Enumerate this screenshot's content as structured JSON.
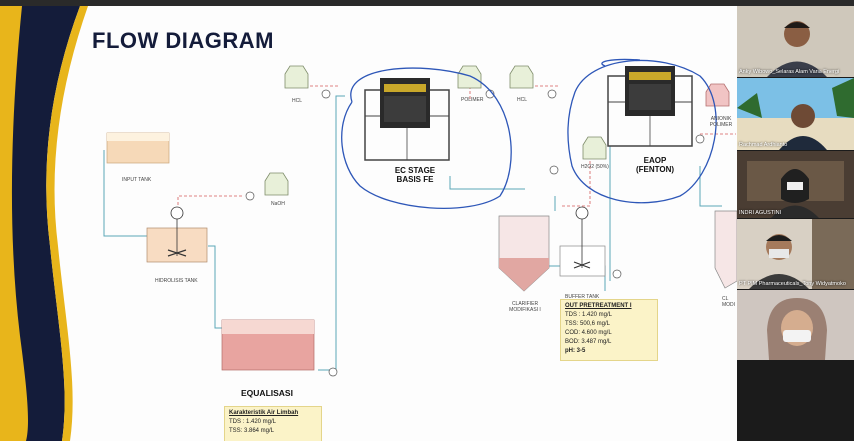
{
  "slide": {
    "title": "FLOW DIAGRAM",
    "labels": {
      "hcl_1": "HCL",
      "polimer": "POLIMER",
      "hcl_2": "HCL",
      "anionik_polimer": "ANIONIK POLIMER",
      "input_tank": "INPUT TANK",
      "naoh": "NaOH",
      "hidrolisis_tank": "HIDROLISIS TANK",
      "h2o2": "H2O2 (50%)",
      "clarifier": "CLARIFIER MODIFIKASI I",
      "buffer_tank": "BUFFER TANK",
      "clarifier_2": "CL MODI"
    },
    "ec_stage": [
      "EC STAGE",
      "BASIS FE"
    ],
    "eaop": [
      "EAOP",
      "(FENTON)"
    ],
    "equalisasi": "EQUALISASI",
    "karakteristik": {
      "heading": "Karakteristik Air Limbah",
      "tds": "TDS : 1.420 mg/L",
      "tss": "TSS: 3.864 mg/L"
    },
    "out_pretreatment": {
      "heading": "OUT PRETREATMENT I",
      "tds": "TDS : 1.420 mg/L",
      "tss": "TSS: 500,6 mg/L",
      "cod": "COD: 4.600 mg/L",
      "bod": "BOD: 3.487 mg/L",
      "ph": "pH: 3-5"
    }
  },
  "participants": [
    {
      "name": "Anky Wibowo_Selaras Alam Varia Energi"
    },
    {
      "name": "Rachmad Ardhianto"
    },
    {
      "name": "INDRI AGUSTINI"
    },
    {
      "name": "PT PIM Pharmaceuticals_Tony Widyatmoko"
    },
    {
      "name": ""
    }
  ],
  "colors": {
    "navy": "#141c3a",
    "gold": "#e8b51b",
    "annotation": "#2e57b8",
    "pipe": "#5aa7b8"
  }
}
